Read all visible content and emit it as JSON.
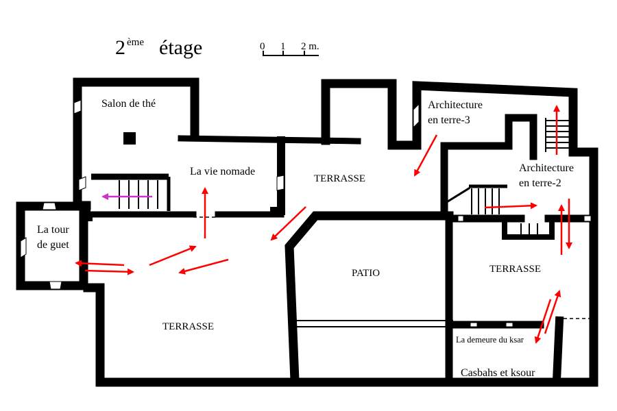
{
  "title": {
    "number": "2",
    "superscript": "ème",
    "word": "étage"
  },
  "scale": {
    "tick_0": "0",
    "tick_1": "1",
    "tick_2": "2 m."
  },
  "rooms": {
    "salon": "Salon de thé",
    "vie_nomade": "La vie nomade",
    "tour_line1": "La tour",
    "tour_line2": "de guet",
    "terrasse_top": "TERRASSE",
    "terrasse_left": "TERRASSE",
    "patio": "PATIO",
    "terrasse_right": "TERRASSE",
    "archi3_line1": "Architecture",
    "archi3_line2": "en terre-3",
    "archi2_line1": "Architecture",
    "archi2_line2": "en terre-2",
    "demeure": "La demeure du ksar",
    "casbahs": "Casbahs et ksour"
  },
  "colors": {
    "wall": "#000000",
    "arrow_red": "#ff0000",
    "arrow_purple": "#cc33cc",
    "background": "#ffffff"
  }
}
